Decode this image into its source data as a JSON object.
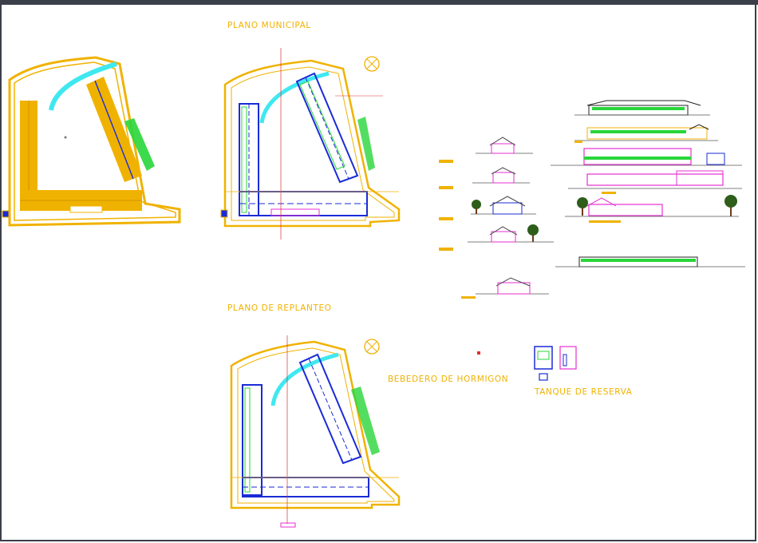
{
  "labels": {
    "plano_municipal": "PLANO MUNICIPAL",
    "plano_replanteo": "PLANO DE REPLANTEO",
    "bebedero": "BEBEDERO DE HORMIGON",
    "tanque": "TANQUE DE RESERVA"
  },
  "colors": {
    "background": "#ffffff",
    "lines_primary": "#f0b200",
    "walls": "#1a2bd6",
    "accents_cyan": "#3fe8f0",
    "accents_green": "#29d63a",
    "accents_magenta": "#e52fd1",
    "accents_red": "#e03030",
    "frame": "#3a3f4a"
  }
}
